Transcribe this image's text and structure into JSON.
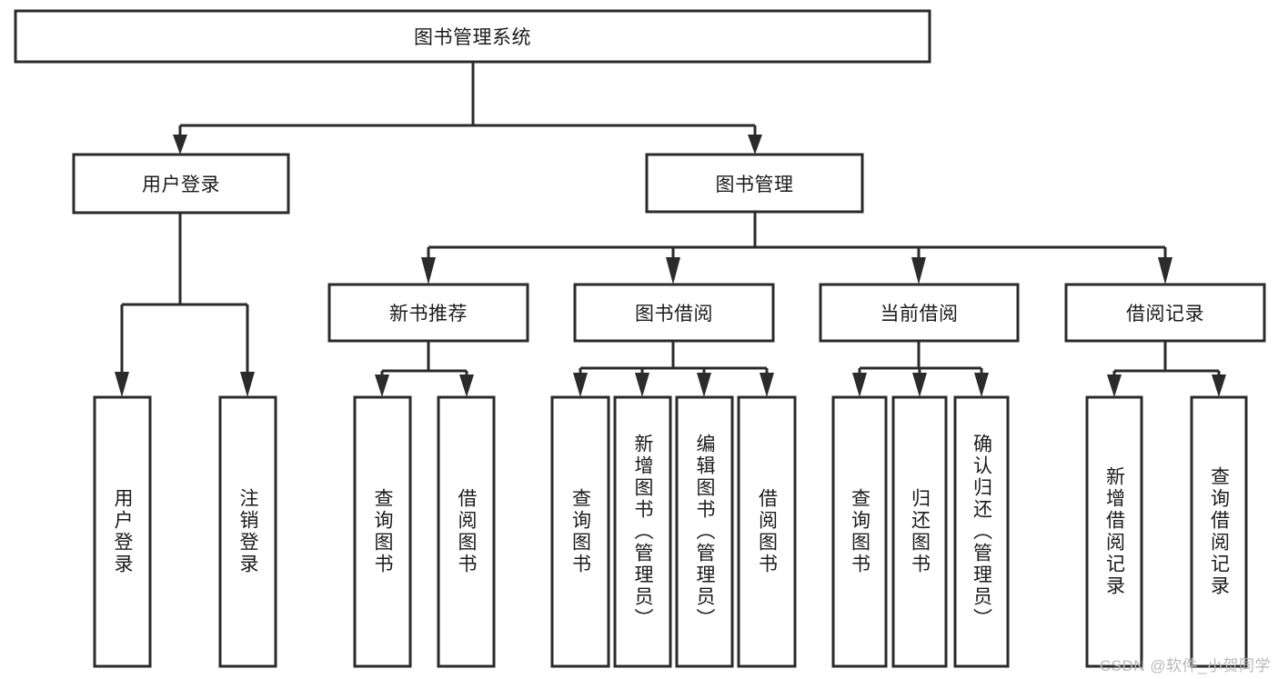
{
  "diagram": {
    "type": "tree",
    "title": "图书管理系统",
    "watermark": "CSDN @软件_小贺同学",
    "root": {
      "label": "图书管理系统",
      "children": [
        {
          "label": "用户登录",
          "children": [
            {
              "label": "用户登录"
            },
            {
              "label": "注销登录"
            }
          ]
        },
        {
          "label": "图书管理",
          "children": [
            {
              "label": "新书推荐",
              "children": [
                {
                  "label": "查询图书"
                },
                {
                  "label": "借阅图书"
                }
              ]
            },
            {
              "label": "图书借阅",
              "children": [
                {
                  "label": "查询图书"
                },
                {
                  "label": "新增图书（管理员）"
                },
                {
                  "label": "编辑图书（管理员）"
                },
                {
                  "label": "借阅图书"
                }
              ]
            },
            {
              "label": "当前借阅",
              "children": [
                {
                  "label": "查询图书"
                },
                {
                  "label": "归还图书"
                },
                {
                  "label": "确认归还（管理员）"
                }
              ]
            },
            {
              "label": "借阅记录",
              "children": [
                {
                  "label": "新增借阅记录"
                },
                {
                  "label": "查询借阅记录"
                }
              ]
            }
          ]
        }
      ]
    }
  },
  "nodes": {
    "root": "图书管理系统",
    "user_login": "用户登录",
    "book_manage": "图书管理",
    "login_child_1": "用户登录",
    "login_child_2": "注销登录",
    "new_book_rec": "新书推荐",
    "new_book_child_1": "查询图书",
    "new_book_child_2": "借阅图书",
    "book_borrow": "图书借阅",
    "borrow_child_1": "查询图书",
    "borrow_child_2": "新增图书（管理员）",
    "borrow_child_3": "编辑图书（管理员）",
    "borrow_child_4": "借阅图书",
    "current_borrow": "当前借阅",
    "current_child_1": "查询图书",
    "current_child_2": "归还图书",
    "current_child_3": "确认归还（管理员）",
    "borrow_record": "借阅记录",
    "record_child_1": "新增借阅记录",
    "record_child_2": "查询借阅记录"
  },
  "colors": {
    "stroke": "#2b2b2b",
    "fill": "#ffffff",
    "text": "#1b1b1b",
    "watermark": "#b9b9b9"
  },
  "watermark": {
    "text": "CSDN @软件_小贺同学"
  }
}
